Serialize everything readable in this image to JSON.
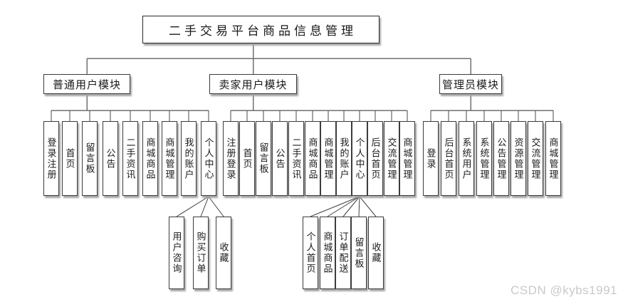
{
  "title": "二手交易平台商品信息管理",
  "watermark": "CSDN @kybs1991",
  "modules": [
    {
      "label": "普通用户模块",
      "children": [
        "登录注册",
        "首页",
        "留言板",
        "公告",
        "二手资讯",
        "商城商品",
        "商城管理",
        "我的账户",
        "个人中心"
      ],
      "personal_center": [
        "用户咨询",
        "购买订单",
        "收藏"
      ]
    },
    {
      "label": "卖家用户模块",
      "children": [
        "注册登录",
        "首页",
        "留言板",
        "公告",
        "二手资讯",
        "商城商品",
        "商城管理",
        "我的账户",
        "个人中心",
        "后台首页",
        "交流管理",
        "商城管理"
      ],
      "personal_center": [
        "个人首页",
        "商城商品",
        "订单配送",
        "留言板",
        "收藏"
      ]
    },
    {
      "label": "管理员模块",
      "children": [
        "登录",
        "后台首页",
        "系统用户",
        "系统管理",
        "公告管理",
        "资源管理",
        "交流管理",
        "商城管理"
      ]
    }
  ],
  "colors": {
    "line": "#707070",
    "fan_line": "#3f3f3f",
    "box_border": "#3c3c3c",
    "shadow": "#a6a6a6"
  }
}
